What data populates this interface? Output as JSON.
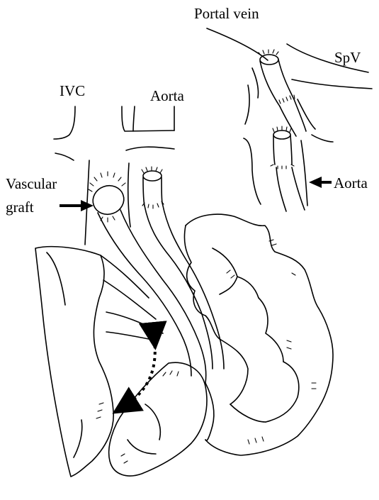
{
  "labels": {
    "portal_vein": "Portal vein",
    "spv": "SpV",
    "ivc": "IVC",
    "aorta_top": "Aorta",
    "aorta_inset": "Aorta",
    "vascular": "Vascular",
    "graft": "graft"
  },
  "colors": {
    "ink": "#000000",
    "background": "#ffffff"
  }
}
